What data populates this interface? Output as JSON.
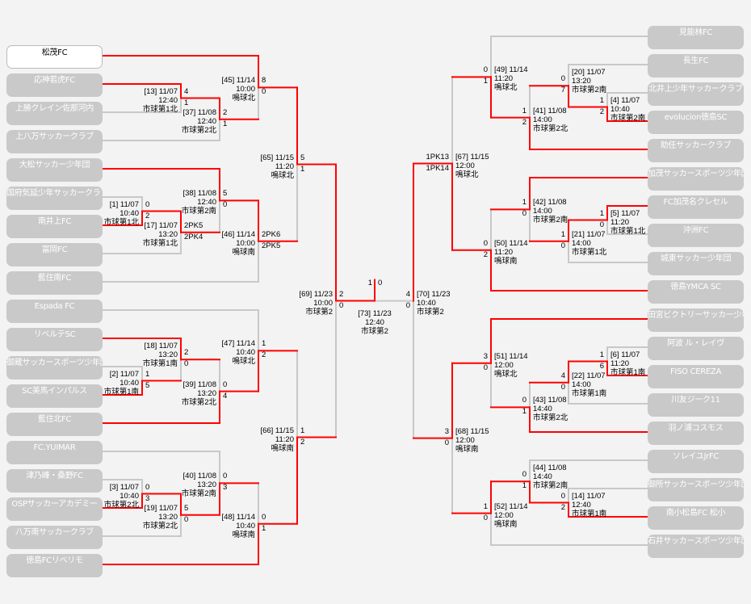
{
  "teams": {
    "left": [
      "松茂FC",
      "応神若虎FC",
      "上勝クレイン佐那河内",
      "上八万サッカークラブ",
      "大松サッカー少年団",
      "国府気延少年サッカークラブ",
      "南井上FC",
      "富岡FC",
      "藍住南FC",
      "Espada FC",
      "リベルテSC",
      "御蔵サッカースポーツ少年団",
      "SC美馬インパルス",
      "藍住北FC",
      "FC.YUIMAR",
      "津乃峰・桑野FC",
      "OSPサッカーアカデミー",
      "八万南サッカークラブ",
      "徳島FCリベリモ"
    ],
    "right": [
      "見能林FC",
      "長生FC",
      "北井上少年サッカークラブ",
      "evolucion徳島SC",
      "助任サッカークラブ",
      "加茂サッカースポーツ少年団",
      "FC加茂名クレセル",
      "沖洲FC",
      "城東サッカー少年団",
      "徳島YMCA SC",
      "田宮ビクトリーサッカー少年団",
      "阿波 ル・レイヴ",
      "FISO CEREZA",
      "川友ジーク11",
      "羽ノ浦コスモス",
      "ソレイユJrFC",
      "御所サッカースポーツ少年団",
      "南小松島FC 松小",
      "石井サッカースポーツ少年団"
    ],
    "champion": "松茂FC"
  },
  "matches": {
    "13": {
      "label": "[13] 11/07",
      "time": "12:40",
      "venue": "市球第1北",
      "scores": [
        "4",
        "1"
      ],
      "winner": "top"
    },
    "37": {
      "label": "[37] 11/08",
      "time": "12:40",
      "venue": "市球第2北",
      "scores": [
        "2",
        "1"
      ],
      "winner": "top"
    },
    "45": {
      "label": "[45] 11/14",
      "time": "10:00",
      "venue": "鳴球北",
      "scores": [
        "8",
        "0"
      ],
      "winner": "top"
    },
    "1": {
      "label": "[1] 11/07",
      "time": "10:40",
      "venue": "市球第1北",
      "scores": [
        "0",
        "2"
      ],
      "winner": "bottom"
    },
    "17": {
      "label": "[17] 11/07",
      "time": "13:20",
      "venue": "市球第1北",
      "scores": [
        "2PK5",
        "2PK4"
      ],
      "winner": "top"
    },
    "38": {
      "label": "[38] 11/08",
      "time": "12:40",
      "venue": "市球第2南",
      "scores": [
        "5",
        "0"
      ],
      "winner": "top"
    },
    "46": {
      "label": "[46] 11/14",
      "time": "10:00",
      "venue": "鳴球南",
      "scores": [
        "2PK6",
        "2PK5"
      ],
      "winner": "top"
    },
    "65": {
      "label": "[65] 11/15",
      "time": "11:20",
      "venue": "鳴球北",
      "scores": [
        "5",
        "1"
      ],
      "winner": "top"
    },
    "2": {
      "label": "[2] 11/07",
      "time": "10:40",
      "venue": "市球第1南",
      "scores": [
        "1",
        "5"
      ],
      "winner": "bottom"
    },
    "18": {
      "label": "[18] 11/07",
      "time": "13:20",
      "venue": "市球第1南",
      "scores": [
        "2",
        "0"
      ],
      "winner": "top"
    },
    "39": {
      "label": "[39] 11/08",
      "time": "13:20",
      "venue": "市球第2北",
      "scores": [
        "0",
        "4"
      ],
      "winner": "bottom"
    },
    "47": {
      "label": "[47] 11/14",
      "time": "10:40",
      "venue": "鳴球北",
      "scores": [
        "1",
        "2"
      ],
      "winner": "bottom"
    },
    "3": {
      "label": "[3] 11/07",
      "time": "10:40",
      "venue": "市球第2北",
      "scores": [
        "0",
        "3"
      ],
      "winner": "bottom"
    },
    "19": {
      "label": "[19] 11/07",
      "time": "13:20",
      "venue": "市球第2北",
      "scores": [
        "5",
        "0"
      ],
      "winner": "top"
    },
    "40": {
      "label": "[40] 11/08",
      "time": "13:20",
      "venue": "市球第2南",
      "scores": [
        "0",
        "3"
      ],
      "winner": "bottom"
    },
    "48": {
      "label": "[48] 11/14",
      "time": "10:40",
      "venue": "鳴球南",
      "scores": [
        "0",
        "1"
      ],
      "winner": "bottom"
    },
    "66": {
      "label": "[66] 11/15",
      "time": "11:20",
      "venue": "鳴球南",
      "scores": [
        "1",
        "2"
      ],
      "winner": "bottom"
    },
    "69": {
      "label": "[69] 11/23",
      "time": "10:00",
      "venue": "市球第2",
      "scores": [
        "2",
        "0"
      ],
      "winner": "top"
    },
    "4": {
      "label": "[4] 11/07",
      "time": "10:40",
      "venue": "市球第2南",
      "scores": [
        "1",
        "2"
      ],
      "winner": "bottom"
    },
    "20": {
      "label": "[20] 11/07",
      "time": "13:20",
      "venue": "市球第2南",
      "scores": [
        "0",
        "7"
      ],
      "winner": "bottom"
    },
    "41": {
      "label": "[41] 11/08",
      "time": "14:00",
      "venue": "市球第2北",
      "scores": [
        "1",
        "2"
      ],
      "winner": "bottom"
    },
    "49": {
      "label": "[49] 11/14",
      "time": "11:20",
      "venue": "鳴球北",
      "scores": [
        "0",
        "1"
      ],
      "winner": "bottom"
    },
    "5": {
      "label": "[5] 11/07",
      "time": "11:20",
      "venue": "市球第1北",
      "scores": [
        "1",
        "0"
      ],
      "winner": "top"
    },
    "21": {
      "label": "[21] 11/07",
      "time": "14:00",
      "venue": "市球第1北",
      "scores": [
        "1",
        "0"
      ],
      "winner": "top"
    },
    "42": {
      "label": "[42] 11/08",
      "time": "14:00",
      "venue": "市球第2南",
      "scores": [
        "1",
        "0"
      ],
      "winner": "top"
    },
    "50": {
      "label": "[50] 11/14",
      "time": "11:20",
      "venue": "鳴球南",
      "scores": [
        "0",
        "2"
      ],
      "winner": "bottom"
    },
    "67": {
      "label": "[67] 11/15",
      "time": "12:00",
      "venue": "鳴球北",
      "scores": [
        "1PK13",
        "1PK14"
      ],
      "winner": "bottom"
    },
    "6": {
      "label": "[6] 11/07",
      "time": "11:20",
      "venue": "市球第1南",
      "scores": [
        "1",
        "6"
      ],
      "winner": "bottom"
    },
    "22": {
      "label": "[22] 11/07",
      "time": "14:00",
      "venue": "市球第1南",
      "scores": [
        "4",
        "0"
      ],
      "winner": "top"
    },
    "43": {
      "label": "[43] 11/08",
      "time": "14:40",
      "venue": "市球第2北",
      "scores": [
        "0",
        "1"
      ],
      "winner": "bottom"
    },
    "51": {
      "label": "[51] 11/14",
      "time": "12:00",
      "venue": "鳴球北",
      "scores": [
        "3",
        "0"
      ],
      "winner": "top"
    },
    "14": {
      "label": "[14] 11/07",
      "time": "12:40",
      "venue": "市球第1南",
      "scores": [
        "0",
        "2"
      ],
      "winner": "bottom"
    },
    "44": {
      "label": "[44] 11/08",
      "time": "14:40",
      "venue": "市球第2南",
      "scores": [
        "0",
        "1"
      ],
      "winner": "bottom"
    },
    "52": {
      "label": "[52] 11/14",
      "time": "12:00",
      "venue": "鳴球南",
      "scores": [
        "1",
        "0"
      ],
      "winner": "top"
    },
    "68": {
      "label": "[68] 11/15",
      "time": "12:00",
      "venue": "鳴球南",
      "scores": [
        "3",
        "0"
      ],
      "winner": "top"
    },
    "70": {
      "label": "[70] 11/23",
      "time": "10:40",
      "venue": "市球第2",
      "scores": [
        "4",
        "0"
      ],
      "winner": "top"
    },
    "73": {
      "label": "[73] 11/23",
      "time": "12:40",
      "venue": "市球第2",
      "scores": [
        "1",
        "0"
      ],
      "winner": "left"
    }
  },
  "colors": {
    "win_line": "#ff0000",
    "line": "#c8c8c8",
    "team_box": "#c9c9c9",
    "background": "#f3f3f3"
  }
}
